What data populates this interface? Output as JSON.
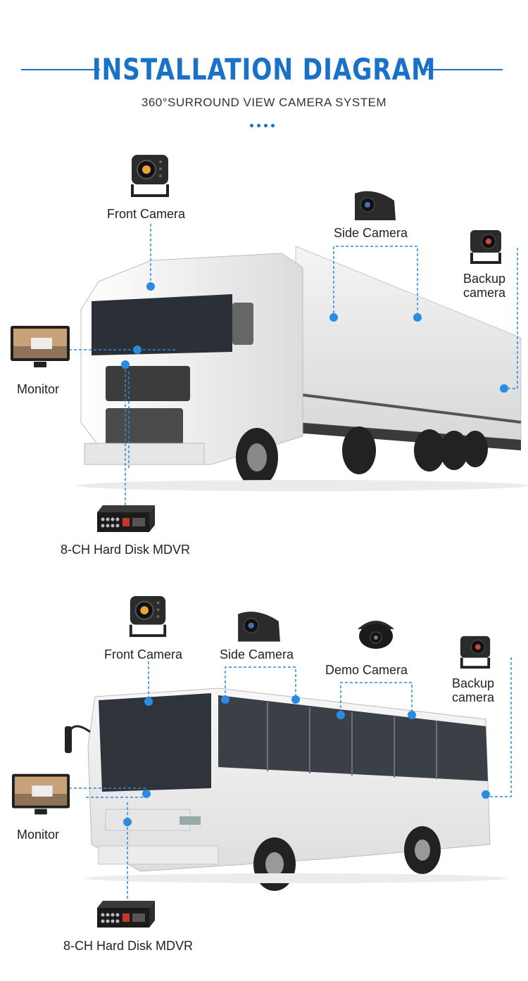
{
  "header": {
    "title": "INSTALLATION DIAGRAM",
    "subtitle": "360°SURROUND VIEW CAMERA SYSTEM"
  },
  "truck": {
    "front_camera": "Front Camera",
    "side_camera": "Side Camera",
    "backup_camera_line1": "Backup",
    "backup_camera_line2": "camera",
    "monitor": "Monitor",
    "mdvr": "8-CH Hard Disk MDVR"
  },
  "bus": {
    "front_camera": "Front Camera",
    "side_camera": "Side Camera",
    "demo_camera": "Demo Camera",
    "backup_camera_line1": "Backup",
    "backup_camera_line2": "camera",
    "monitor": "Monitor",
    "mdvr": "8-CH Hard Disk MDVR"
  },
  "colors": {
    "accent": "#1a72c8",
    "marker": "#2a8ce0"
  },
  "icons": [
    "front-camera-icon",
    "side-camera-icon",
    "dome-camera-icon",
    "backup-camera-icon",
    "monitor-icon",
    "mdvr-icon",
    "truck-image",
    "bus-image"
  ]
}
